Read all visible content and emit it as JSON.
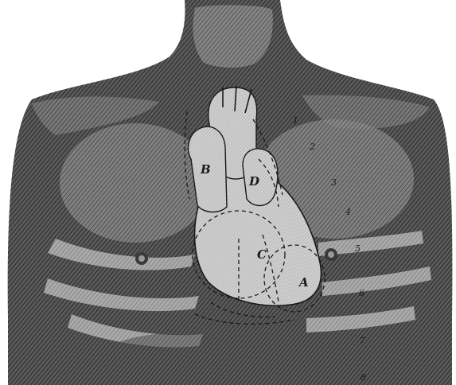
{
  "figure": {
    "heart_labels": {
      "b": "B",
      "d": "D",
      "c": "C",
      "a": "A"
    },
    "rib_numbers": [
      "1",
      "2",
      "3",
      "4",
      "5",
      "6",
      "7",
      "8"
    ],
    "colors": {
      "background": "#ffffff",
      "engraving_dark": "#4a4a4a",
      "engraving_mid": "#7a7a7a",
      "heart_fill": "#c9c9c9",
      "outline": "#1a1a1a"
    }
  }
}
